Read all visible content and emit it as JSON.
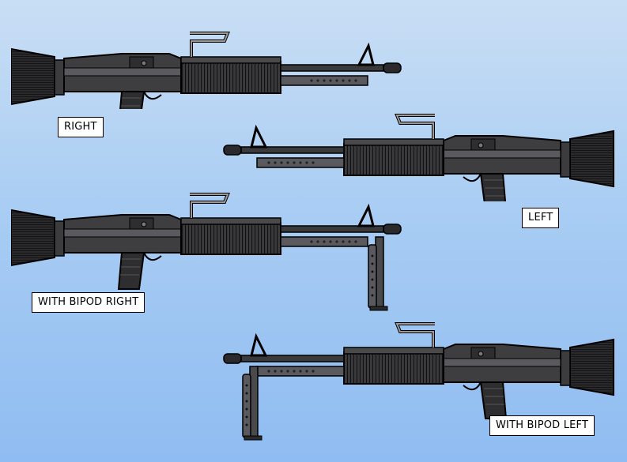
{
  "labels": {
    "right": "RIGHT",
    "left": "LEFT",
    "bipod_right": "WITH BIPOD RIGHT",
    "bipod_left": "WITH BIPOD LEFT"
  },
  "colors": {
    "background_top": "#c9def4",
    "background_bottom": "#8fbcf2",
    "gun_dark": "#2e2e30",
    "gun_mid": "#4a4a4d",
    "gun_light": "#8a8a8c",
    "outline": "#000000"
  }
}
